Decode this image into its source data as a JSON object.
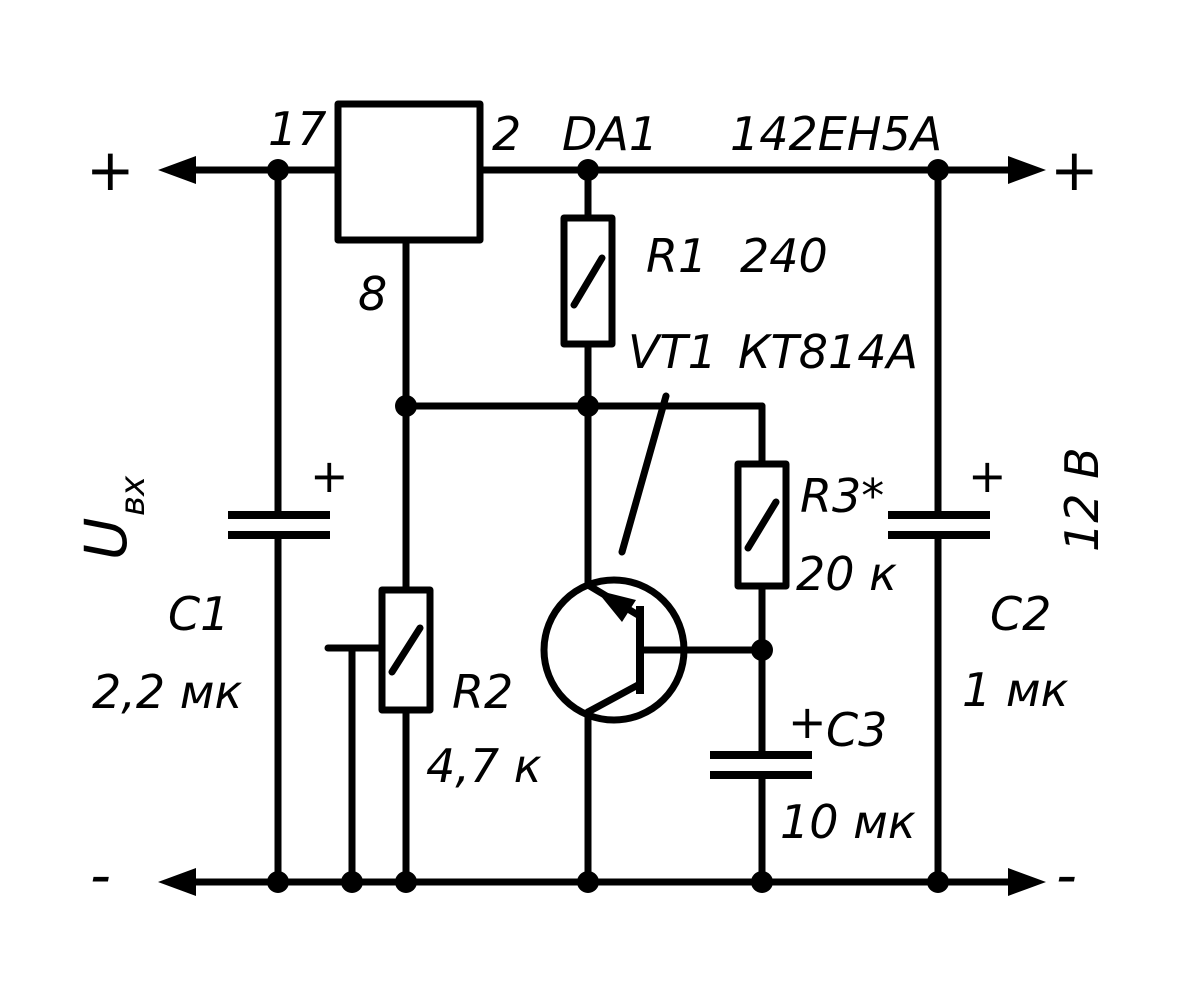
{
  "terminals": {
    "in_plus": "+",
    "in_minus": "-",
    "out_plus": "+",
    "out_minus": "-"
  },
  "dc_in": {
    "label": "U",
    "subscript": "вх"
  },
  "dc_out": {
    "voltage": "12 В"
  },
  "ic": {
    "pin_in": "17",
    "pin_out": "2",
    "pin_gnd": "8",
    "ref": "DA1",
    "part": "142ЕН5А"
  },
  "r1": {
    "ref": "R1",
    "value": "240"
  },
  "r2": {
    "ref": "R2",
    "value": "4,7 к"
  },
  "r3": {
    "ref": "R3*",
    "value": "20 к"
  },
  "vt1": {
    "ref": "VT1",
    "part": "КТ814А"
  },
  "c1": {
    "ref": "C1",
    "value": "2,2 мк",
    "polarity": "+"
  },
  "c2": {
    "ref": "C2",
    "value": "1 мк",
    "polarity": "+"
  },
  "c3": {
    "ref": "C3",
    "value": "10 мк",
    "polarity": "+"
  }
}
